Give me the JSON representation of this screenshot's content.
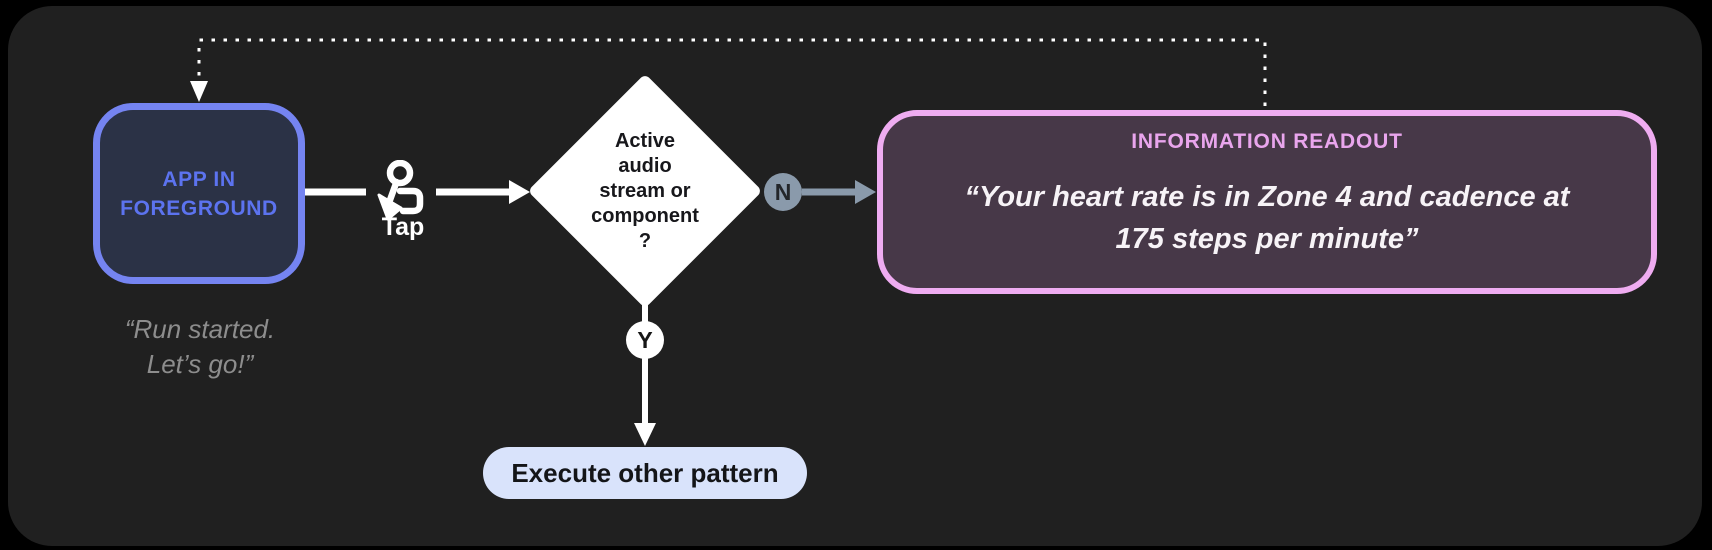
{
  "diagram": {
    "start_node": {
      "label_lines": [
        "APP IN",
        "FOREGROUND"
      ],
      "caption_lines": [
        "“Run started.",
        "Let’s go!”"
      ],
      "border_color": "#7584f1",
      "fill_color": "#2b3246",
      "text_color": "#5c73ef"
    },
    "tap_step": {
      "label": "Tap",
      "icon": "tap-gesture-icon"
    },
    "decision_node": {
      "label_lines": [
        "Active",
        "audio",
        "stream or",
        "component",
        "?"
      ],
      "fill_color": "#ffffff"
    },
    "branches": {
      "no_badge": "N",
      "yes_badge": "Y",
      "no_badge_color": "#8a9aab",
      "yes_badge_color": "#ffffff"
    },
    "readout_node": {
      "title": "INFORMATION READOUT",
      "quote_lines": [
        "“Your heart rate is in Zone 4 and cadence at",
        "175 steps per minute”"
      ],
      "border_color": "#efacf1",
      "fill_color": "#473848",
      "title_color": "#e9a5ed"
    },
    "execute_node": {
      "label": "Execute other pattern",
      "fill_color": "#d9e3fb"
    },
    "canvas": {
      "background_color": "#202020",
      "connector_color": "#ffffff",
      "gray_connector_color": "#8a9aab"
    }
  }
}
